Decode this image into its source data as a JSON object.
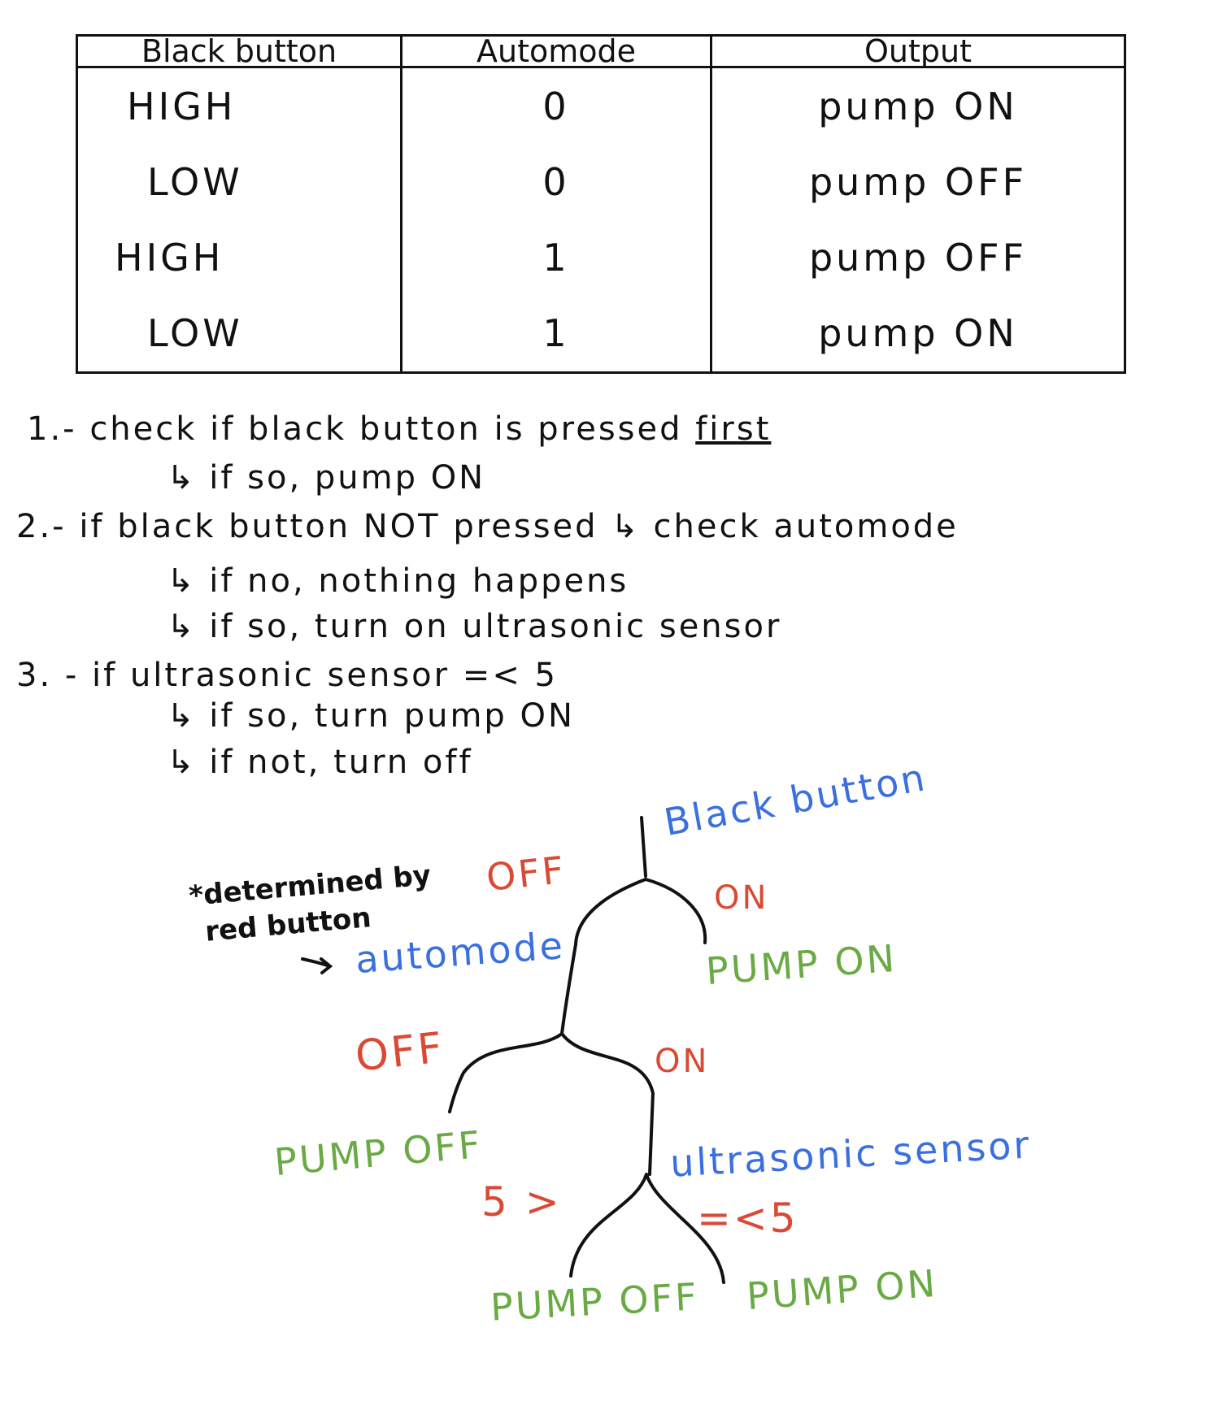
{
  "table": {
    "headers": [
      "Black button",
      "Automode",
      "Output"
    ],
    "rows": [
      [
        "HIGH",
        "0",
        "pump ON"
      ],
      [
        "LOW",
        "0",
        "pump OFF"
      ],
      [
        "HIGH",
        "1",
        "pump OFF"
      ],
      [
        "LOW",
        "1",
        "pump ON"
      ]
    ]
  },
  "notes": {
    "step1": "1.- check if black button is pressed",
    "step1_emph": "first",
    "step1_sub": "↳ if so, pump ON",
    "step2": "2.- if black button NOT pressed ↳ check automode",
    "step2_sub1": "↳ if no, nothing happens",
    "step2_sub2": "↳ if so, turn on ultrasonic sensor",
    "step3": "3. - if ultrasonic sensor =< 5",
    "step3_sub1": "↳ if so, turn pump ON",
    "step3_sub2": "↳ if not, turn off"
  },
  "tree": {
    "root": "Black button",
    "root_off": "OFF",
    "root_on": "ON",
    "root_on_result": "PUMP ON",
    "annotation_line1": "*determined by",
    "annotation_line2": "red button",
    "arrow": "→",
    "automode": "automode",
    "auto_off": "OFF",
    "auto_on": "ON",
    "auto_off_result": "PUMP OFF",
    "sensor": "ultrasonic sensor",
    "sensor_gt": "5 >",
    "sensor_le": "=<5",
    "sensor_gt_result": "PUMP OFF",
    "sensor_le_result": "PUMP ON"
  },
  "colors": {
    "blue": "#3a6fe0",
    "red": "#d94a35",
    "green": "#6aaa45"
  }
}
